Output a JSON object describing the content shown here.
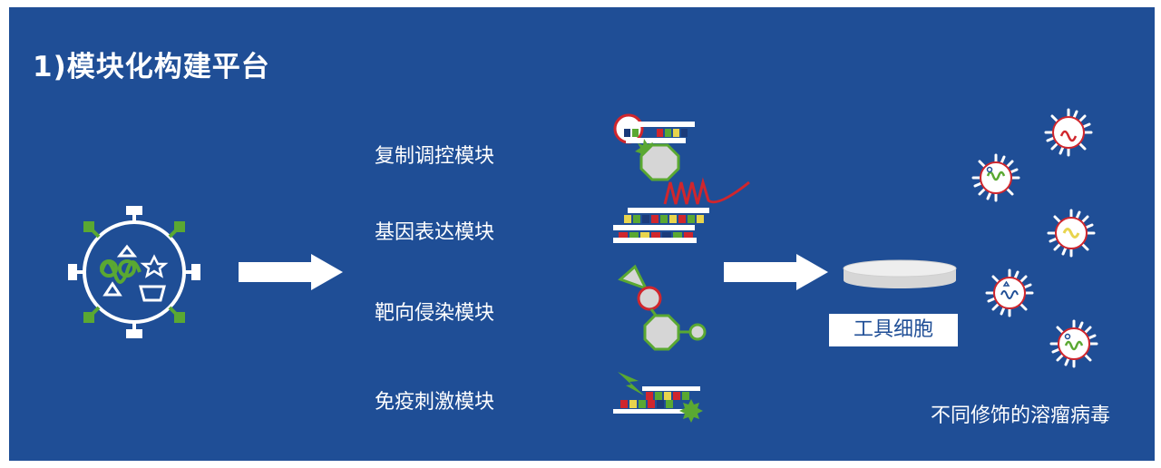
{
  "title": "1)模块化构建平台",
  "modules": [
    {
      "label": "复制调控模块"
    },
    {
      "label": "基因表达模块"
    },
    {
      "label": "靶向侵染模块"
    },
    {
      "label": "免疫刺激模块"
    }
  ],
  "tool_cell_label": "工具细胞",
  "virus_caption": "不同修饰的溶瘤病毒",
  "colors": {
    "background": "#1f4e96",
    "green": "#5aa832",
    "red": "#d0262d",
    "yellow": "#e8d44d",
    "white": "#ffffff"
  }
}
